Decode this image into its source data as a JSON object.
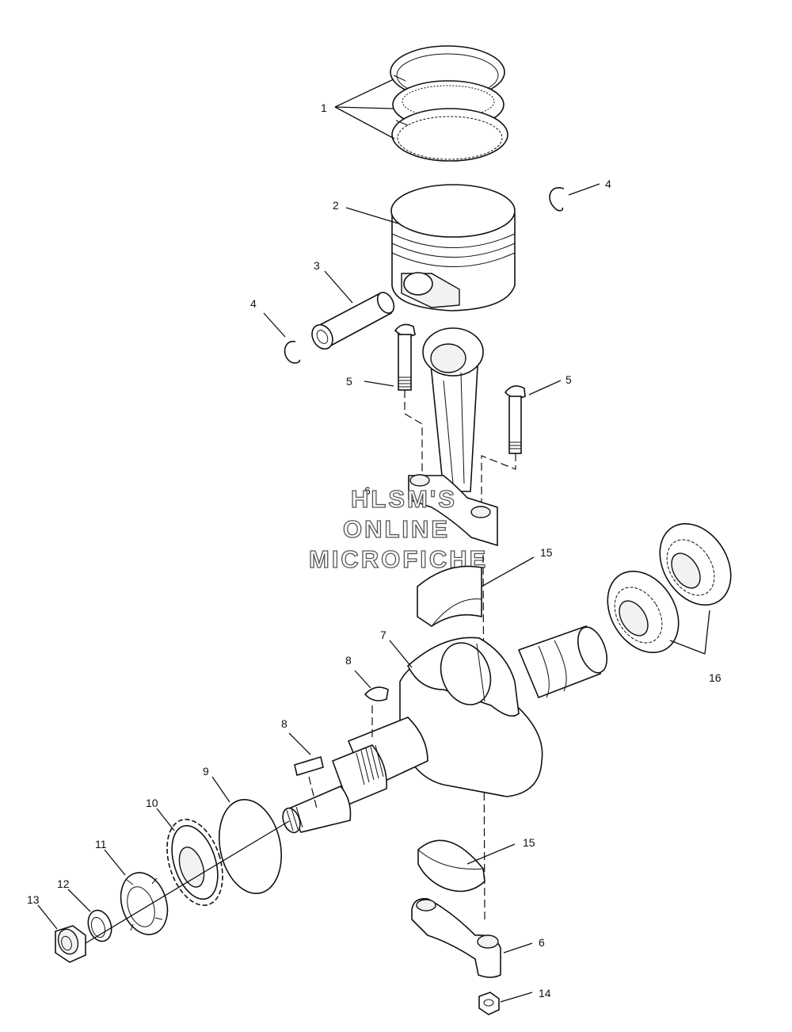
{
  "watermark": {
    "line1": "HLSM'S",
    "line2": "ONLINE",
    "line3": "MICROFICHE"
  },
  "callouts": [
    {
      "id": "1",
      "part": "piston-rings"
    },
    {
      "id": "2",
      "part": "piston"
    },
    {
      "id": "3",
      "part": "piston-pin"
    },
    {
      "id": "4",
      "part": "pin-clip-right"
    },
    {
      "id": "4",
      "part": "pin-clip-left"
    },
    {
      "id": "5",
      "part": "rod-bolt-left"
    },
    {
      "id": "5",
      "part": "rod-bolt-right"
    },
    {
      "id": "6",
      "part": "connecting-rod"
    },
    {
      "id": "7",
      "part": "crankshaft"
    },
    {
      "id": "8",
      "part": "key-upper"
    },
    {
      "id": "8",
      "part": "key-lower"
    },
    {
      "id": "9",
      "part": "o-ring"
    },
    {
      "id": "10",
      "part": "timing-gear"
    },
    {
      "id": "11",
      "part": "lock-nut"
    },
    {
      "id": "12",
      "part": "washer"
    },
    {
      "id": "13",
      "part": "nut"
    },
    {
      "id": "14",
      "part": "flange-nut"
    },
    {
      "id": "15",
      "part": "bearing-insert-upper"
    },
    {
      "id": "15",
      "part": "bearing-insert-lower"
    },
    {
      "id": "16",
      "part": "ball-bearings"
    },
    {
      "id": "6",
      "part": "rod-cap"
    }
  ]
}
